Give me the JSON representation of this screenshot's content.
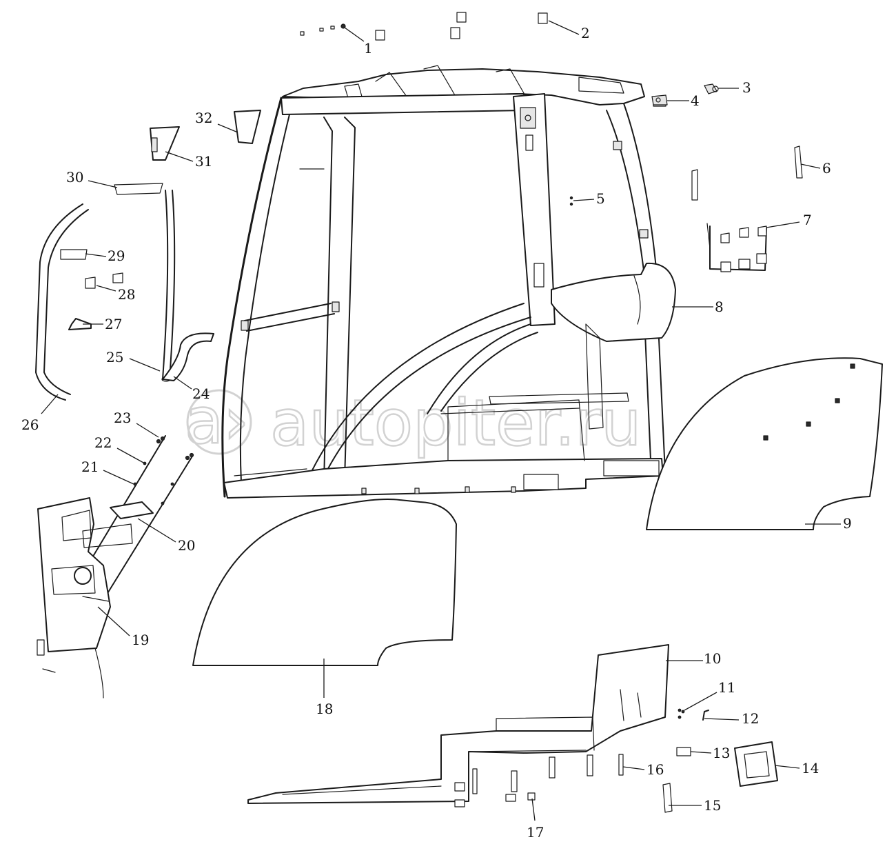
{
  "watermark": "autopiter.ru",
  "callouts": [
    {
      "id": "c1",
      "label": "1"
    },
    {
      "id": "c2",
      "label": "2"
    },
    {
      "id": "c3",
      "label": "3"
    },
    {
      "id": "c4",
      "label": "4"
    },
    {
      "id": "c5",
      "label": "5"
    },
    {
      "id": "c6",
      "label": "6"
    },
    {
      "id": "c7",
      "label": "7"
    },
    {
      "id": "c8",
      "label": "8"
    },
    {
      "id": "c9",
      "label": "9"
    },
    {
      "id": "c10",
      "label": "10"
    },
    {
      "id": "c11",
      "label": "11"
    },
    {
      "id": "c12",
      "label": "12"
    },
    {
      "id": "c13",
      "label": "13"
    },
    {
      "id": "c14",
      "label": "14"
    },
    {
      "id": "c15",
      "label": "15"
    },
    {
      "id": "c16",
      "label": "16"
    },
    {
      "id": "c17",
      "label": "17"
    },
    {
      "id": "c18",
      "label": "18"
    },
    {
      "id": "c19",
      "label": "19"
    },
    {
      "id": "c20",
      "label": "20"
    },
    {
      "id": "c21",
      "label": "21"
    },
    {
      "id": "c22",
      "label": "22"
    },
    {
      "id": "c23",
      "label": "23"
    },
    {
      "id": "c24",
      "label": "24"
    },
    {
      "id": "c25",
      "label": "25"
    },
    {
      "id": "c26",
      "label": "26"
    },
    {
      "id": "c27",
      "label": "27"
    },
    {
      "id": "c28",
      "label": "28"
    },
    {
      "id": "c29",
      "label": "29"
    },
    {
      "id": "c30",
      "label": "30"
    },
    {
      "id": "c31",
      "label": "31"
    },
    {
      "id": "c32",
      "label": "32"
    }
  ]
}
